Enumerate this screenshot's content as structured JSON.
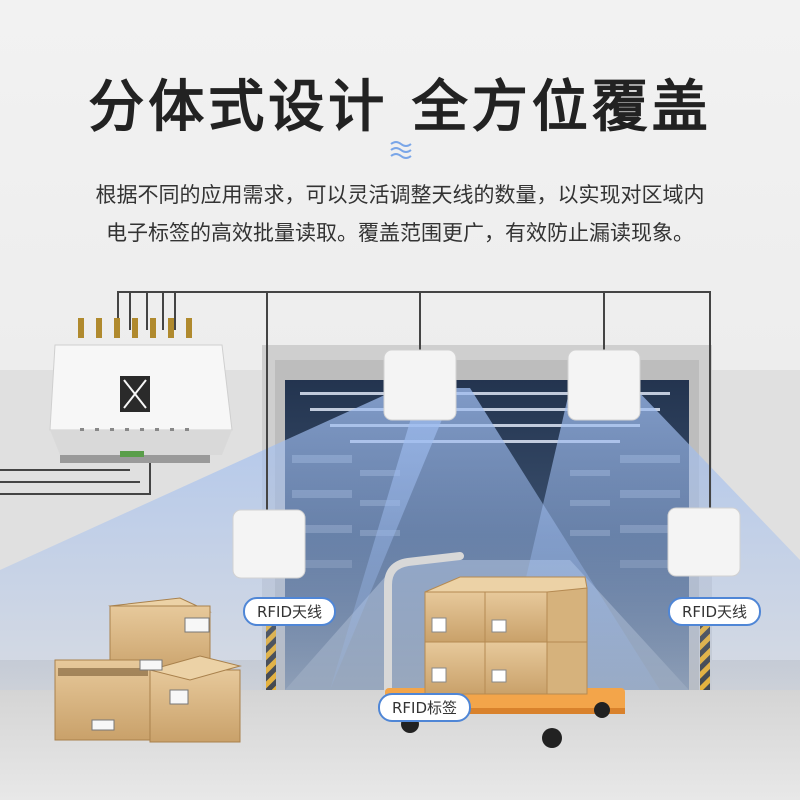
{
  "header": {
    "title": "分体式设计 全方位覆盖",
    "description_line1": "根据不同的应用需求，可以灵活调整天线的数量，以实现对区域内",
    "description_line2": "电子标签的高效批量读取。覆盖范围更广，有效防止漏读现象。"
  },
  "labels": {
    "antenna_left": "RFID天线",
    "antenna_right": "RFID天线",
    "tag": "RFID标签"
  },
  "colors": {
    "title": "#222222",
    "accent_blue": "#4f86d6",
    "coverage_blue": "#9fbdf0"
  },
  "icons": [
    "waves-icon",
    "reader-logo-icon"
  ]
}
